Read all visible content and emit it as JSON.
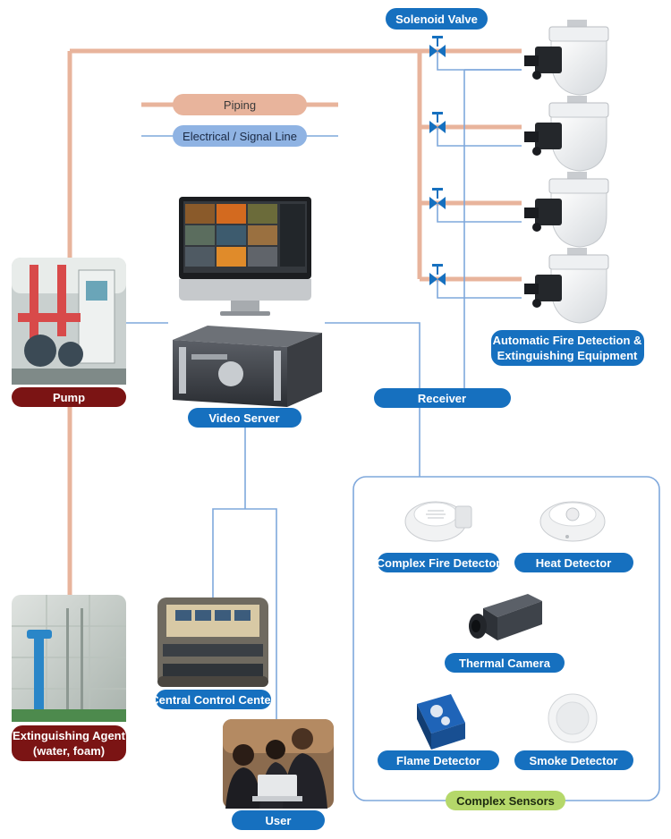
{
  "labels": {
    "solenoid_valve": "Solenoid Valve",
    "piping": "Piping",
    "electrical_signal_line": "Electrical / Signal Line",
    "pump": "Pump",
    "video_server": "Video Server",
    "receiver": "Receiver",
    "auto_fire_line1": "Automatic Fire Detection &",
    "auto_fire_line2": "Extinguishing Equipment",
    "complex_fire_detector": "Complex Fire Detector",
    "heat_detector": "Heat Detector",
    "thermal_camera": "Thermal Camera",
    "flame_detector": "Flame Detector",
    "smoke_detector": "Smoke Detector",
    "complex_sensors": "Complex Sensors",
    "central_control_center": "Central Control Center",
    "extinguishing_agent_line1": "Extinguishing Agent",
    "extinguishing_agent_line2": "(water, foam)",
    "user": "User"
  },
  "colors": {
    "pipe": "#e8b49c",
    "signal": "#7fa8dc",
    "blue_label": "#1670bf",
    "red_label": "#7b1414",
    "green_label": "#b5d86a",
    "piping_pill": "#e8b49c",
    "signal_pill": "#8fb3e3",
    "sensor_frame": "#7fa8dc"
  },
  "icons": {
    "pump_photo": "pump-room-photo",
    "tank_photo": "water-tank-photo",
    "monitor": "monitor-icon",
    "server": "server-icon",
    "control_room": "control-room-photo",
    "users": "people-laptop-photo",
    "nozzle": "fire-nozzle-icon",
    "valve": "valve-icon"
  }
}
